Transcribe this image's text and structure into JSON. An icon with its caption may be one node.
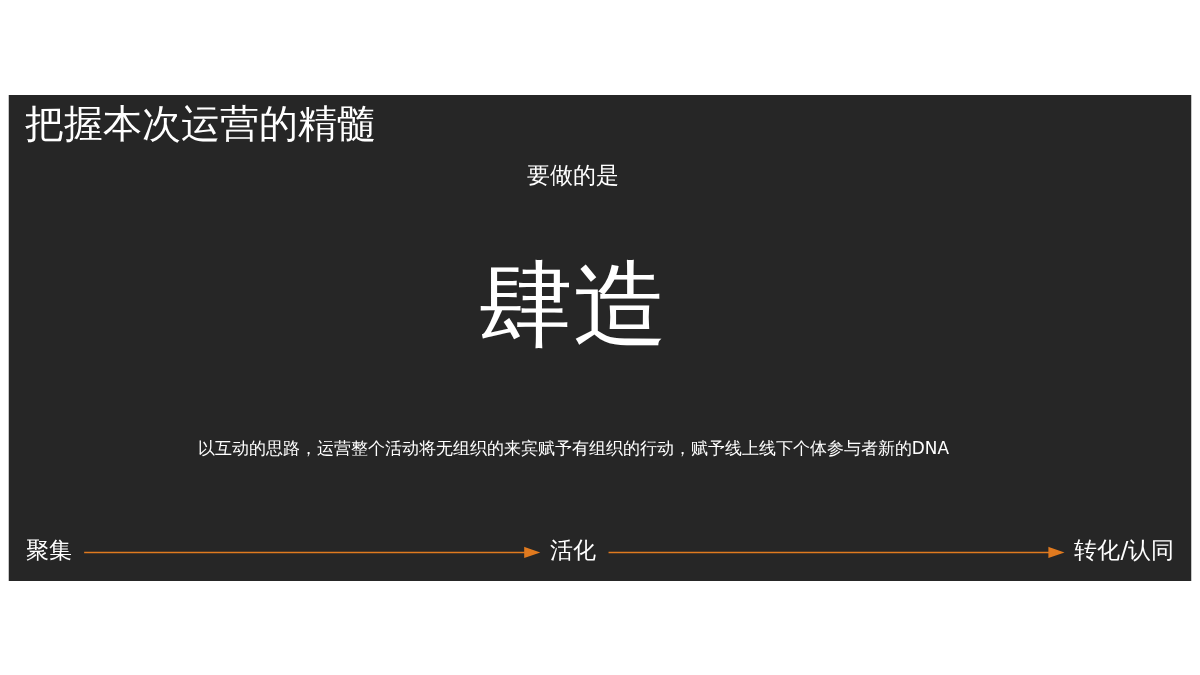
{
  "diagram": {
    "title": "把握本次运营的精髓",
    "nodes": [
      {
        "text": [
          "聚集"
        ]
      },
      {
        "text": [
          "活化"
        ]
      },
      {
        "text": [
          "转化/认同"
        ]
      }
    ],
    "edges": [
      {
        "from": 0,
        "to": 1,
        "arrow": "to"
      },
      {
        "from": 1,
        "to": 2,
        "arrow": "to"
      }
    ],
    "labels": [
      "要做的是",
      "肆造",
      "以互动的思路，运营整个活动将无组织的来宾赋予有组织的行动，赋予线上线下个体参与者新的DNA"
    ]
  }
}
